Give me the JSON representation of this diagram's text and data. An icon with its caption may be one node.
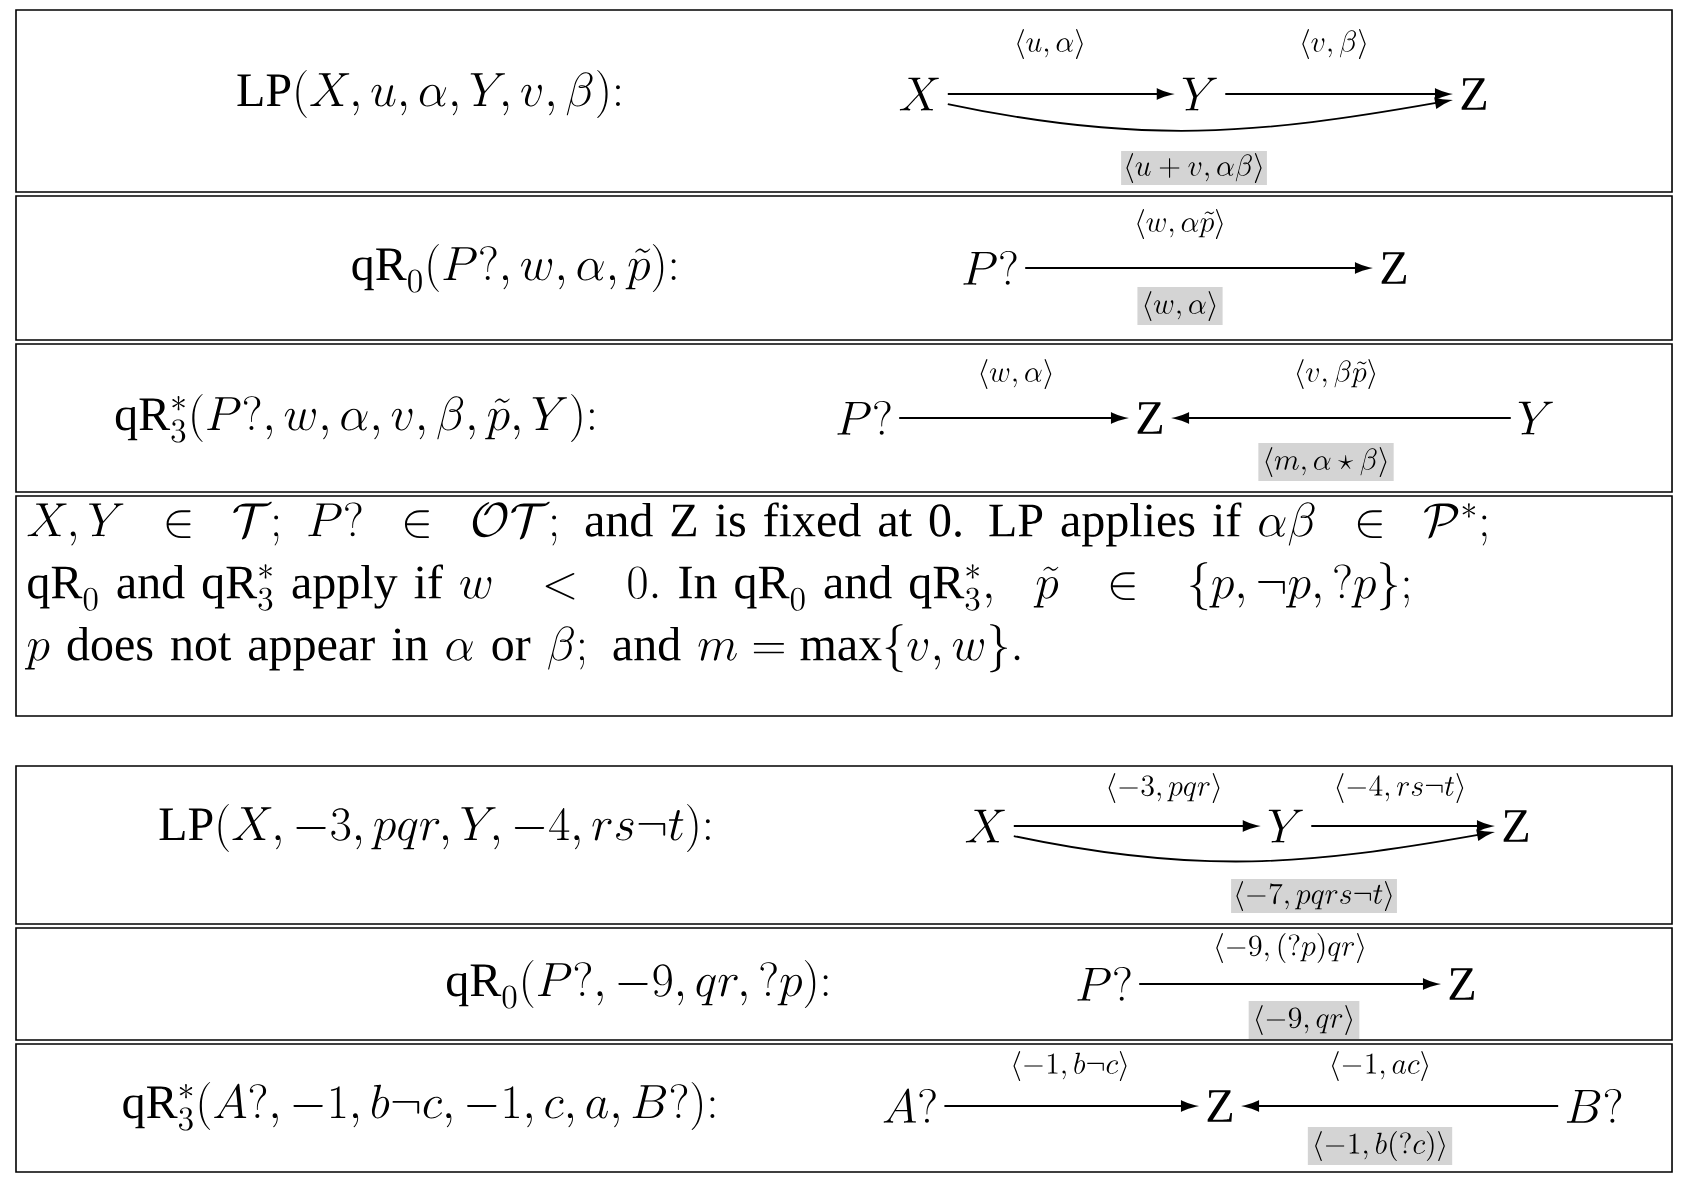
{
  "diagram": {
    "nodes": [
      {
        "text": [
          "\\mathrm{LP}(X, u, \\alpha, Y, v, \\beta){:}"
        ]
      },
      {
        "text": [
          "X"
        ],
        "in": 0
      },
      {
        "text": [
          "Y"
        ],
        "in": 0
      },
      {
        "text": [
          "\\mathrm{Z}"
        ],
        "in": 0
      },
      {
        "text": [
          "\\mathrm{qR}_0(P?, w, \\alpha, \\tilde{p}){:}"
        ]
      },
      {
        "text": [
          "P?"
        ],
        "in": 4
      },
      {
        "text": [
          "\\mathrm{Z}"
        ],
        "in": 4
      },
      {
        "text": [
          "\\mathrm{qR}_3^*(P?, w, \\alpha, v, \\beta, \\tilde{p}, Y){:}"
        ]
      },
      {
        "text": [
          "P?"
        ],
        "in": 7
      },
      {
        "text": [
          "\\mathrm{Z}"
        ],
        "in": 7
      },
      {
        "text": [
          "Y"
        ],
        "in": 7
      },
      {
        "text": [
          "X, Y \\in \\mathcal{T};\\ P? \\in \\mathcal{OT};\\ \\text{and Z is fixed at 0. LP applies if } \\alpha\\beta \\in \\mathcal{P}^*;\\allowbreak\\ \\mathrm{qR}_0 \\text{ and } \\mathrm{qR}_3^* \\text{ apply if } w < 0.\\ \\text{In } \\mathrm{qR}_0 \\text{ and } \\mathrm{qR}_3^*,\\ \\ \\tilde{p} \\in \\{p, \\neg p, ?p\\};\\allowbreak\\ p \\text{ does not appear in } \\alpha \\text{ or } \\beta;\\ \\text{and } m = \\max\\{v, w\\}."
        ]
      },
      {
        "text": [
          "\\mathrm{LP}(X, -3, pqr, Y, -4, rs\\neg t){:}"
        ]
      },
      {
        "text": [
          "X"
        ],
        "in": 12
      },
      {
        "text": [
          "Y"
        ],
        "in": 12
      },
      {
        "text": [
          "\\mathrm{Z}"
        ],
        "in": 12
      },
      {
        "text": [
          "\\mathrm{qR}_0(P?, -9, qr, ?p){:}"
        ]
      },
      {
        "text": [
          "P?"
        ],
        "in": 16
      },
      {
        "text": [
          "\\mathrm{Z}"
        ],
        "in": 16
      },
      {
        "text": [
          "\\mathrm{qR}_3^*(A?, -1, b\\neg c, -1, c, a, B?){:}"
        ]
      },
      {
        "text": [
          "A?"
        ],
        "in": 19
      },
      {
        "text": [
          "\\mathrm{Z}"
        ],
        "in": 19
      },
      {
        "text": [
          "B?"
        ],
        "in": 19
      }
    ],
    "edges": [
      {
        "from": 1,
        "to": 2,
        "arrow": "to",
        "label": "\\langle u, \\alpha\\rangle"
      },
      {
        "from": 2,
        "to": 3,
        "arrow": "to",
        "label": "\\langle v, \\beta\\rangle"
      },
      {
        "from": 1,
        "to": 3,
        "arrow": "to",
        "label": "\\langle u+v, \\alpha\\beta\\rangle"
      },
      {
        "from": 5,
        "to": 6,
        "arrow": "to",
        "label": "\\langle w, \\alpha\\tilde{p}\\rangle"
      },
      {
        "from": 8,
        "to": 9,
        "arrow": "to",
        "label": "\\langle w, \\alpha\\rangle"
      },
      {
        "from": 10,
        "to": 9,
        "arrow": "to",
        "label": "\\langle v, \\beta\\tilde{p}\\rangle"
      },
      {
        "from": 13,
        "to": 14,
        "arrow": "to",
        "label": "\\langle -3, pqr\\rangle"
      },
      {
        "from": 14,
        "to": 15,
        "arrow": "to",
        "label": "\\langle -4, rs\\neg t\\rangle"
      },
      {
        "from": 13,
        "to": 15,
        "arrow": "to",
        "label": "\\langle -7, pqrs\\neg t\\rangle"
      },
      {
        "from": 17,
        "to": 18,
        "arrow": "to",
        "label": "\\langle -9, (?p)qr\\rangle"
      },
      {
        "from": 20,
        "to": 21,
        "arrow": "to",
        "label": "\\langle -1, b\\neg c\\rangle"
      },
      {
        "from": 22,
        "to": 21,
        "arrow": "to",
        "label": "\\langle -1, ac\\rangle"
      }
    ],
    "labels": [
      "\\langle w, \\alpha\\rangle",
      "\\langle m, \\alpha\\star\\beta\\rangle",
      "\\langle -9, qr\\rangle",
      "\\langle -1, b(?c)\\rangle"
    ]
  }
}
